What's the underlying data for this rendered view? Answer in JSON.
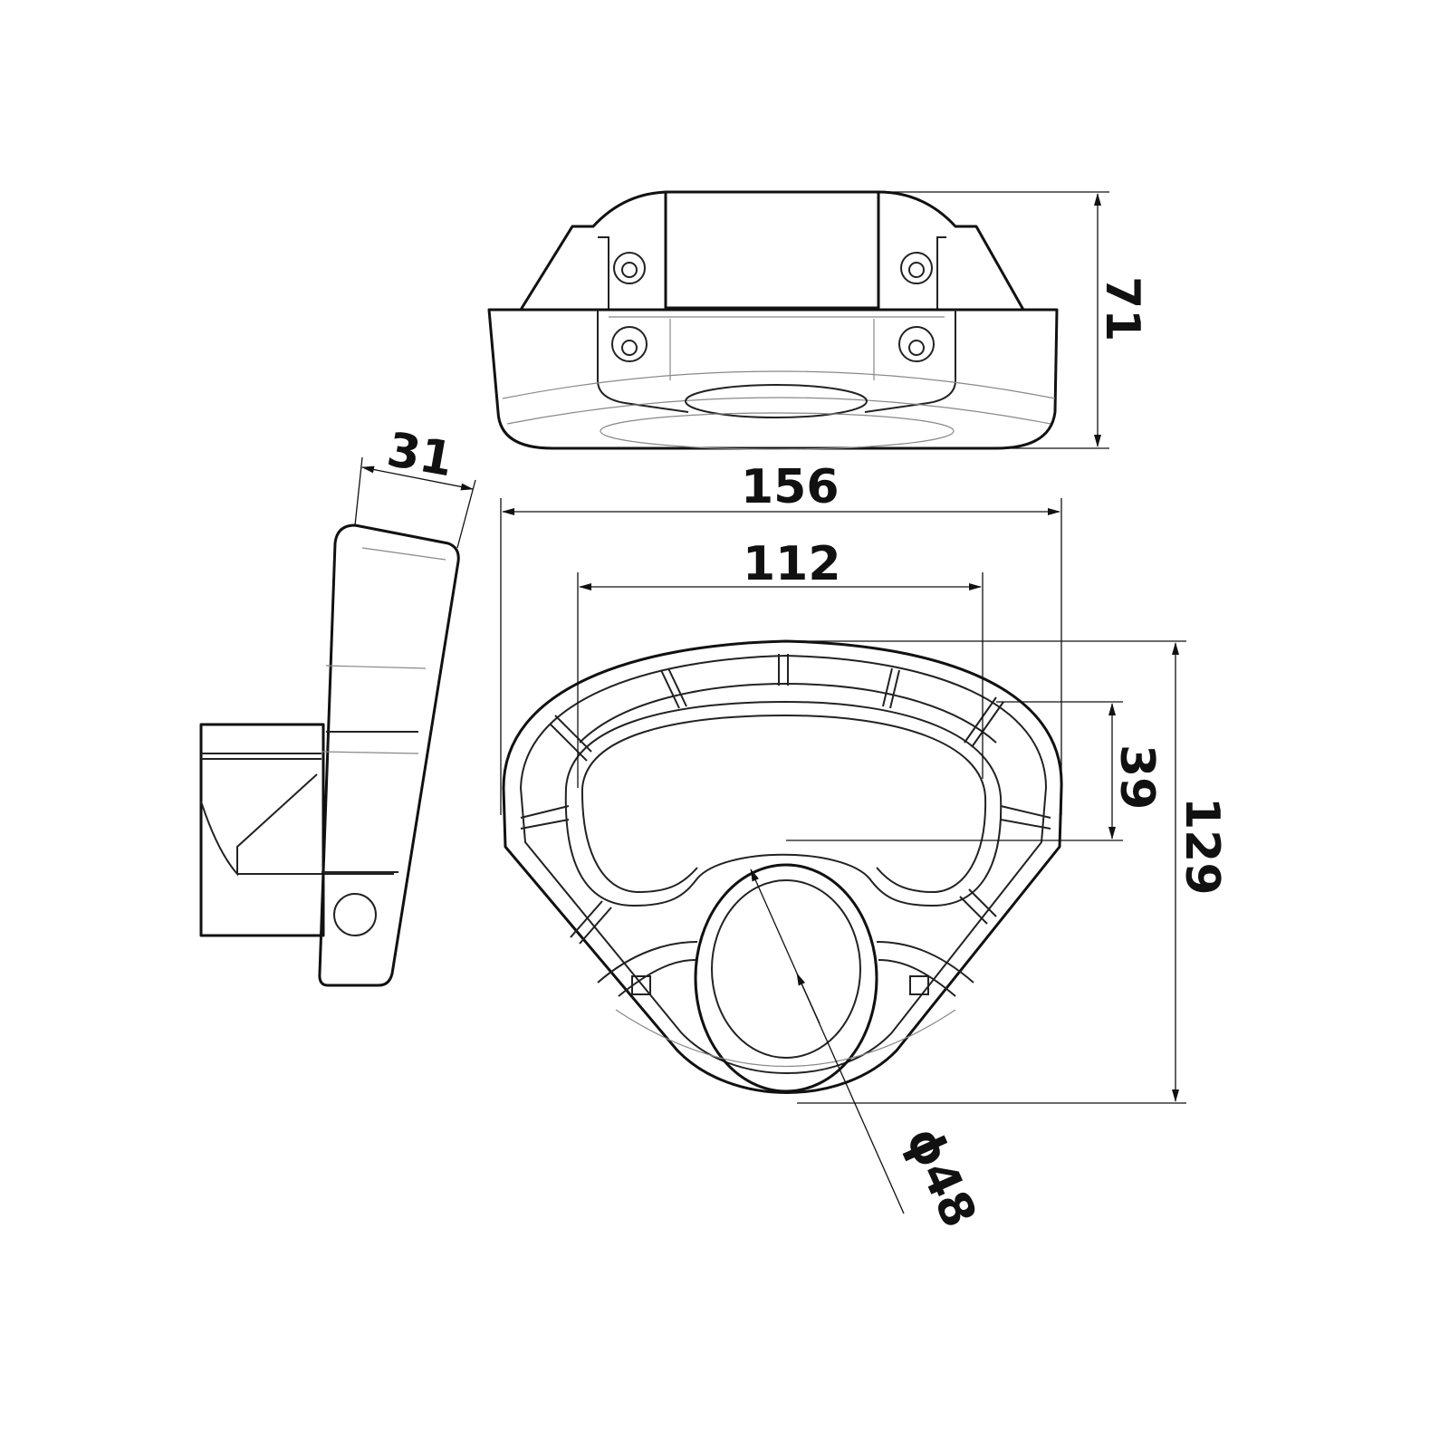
{
  "drawing": {
    "views": [
      "top-view",
      "side-view",
      "front-view"
    ],
    "dimensions": {
      "height_top_view": "71",
      "depth_side_view": "31",
      "overall_width": "156",
      "inner_width": "112",
      "overall_height": "129",
      "inner_opening_height": "39",
      "hole_diameter": "ϕ48"
    },
    "line_color": "#111111",
    "background": "#ffffff"
  }
}
